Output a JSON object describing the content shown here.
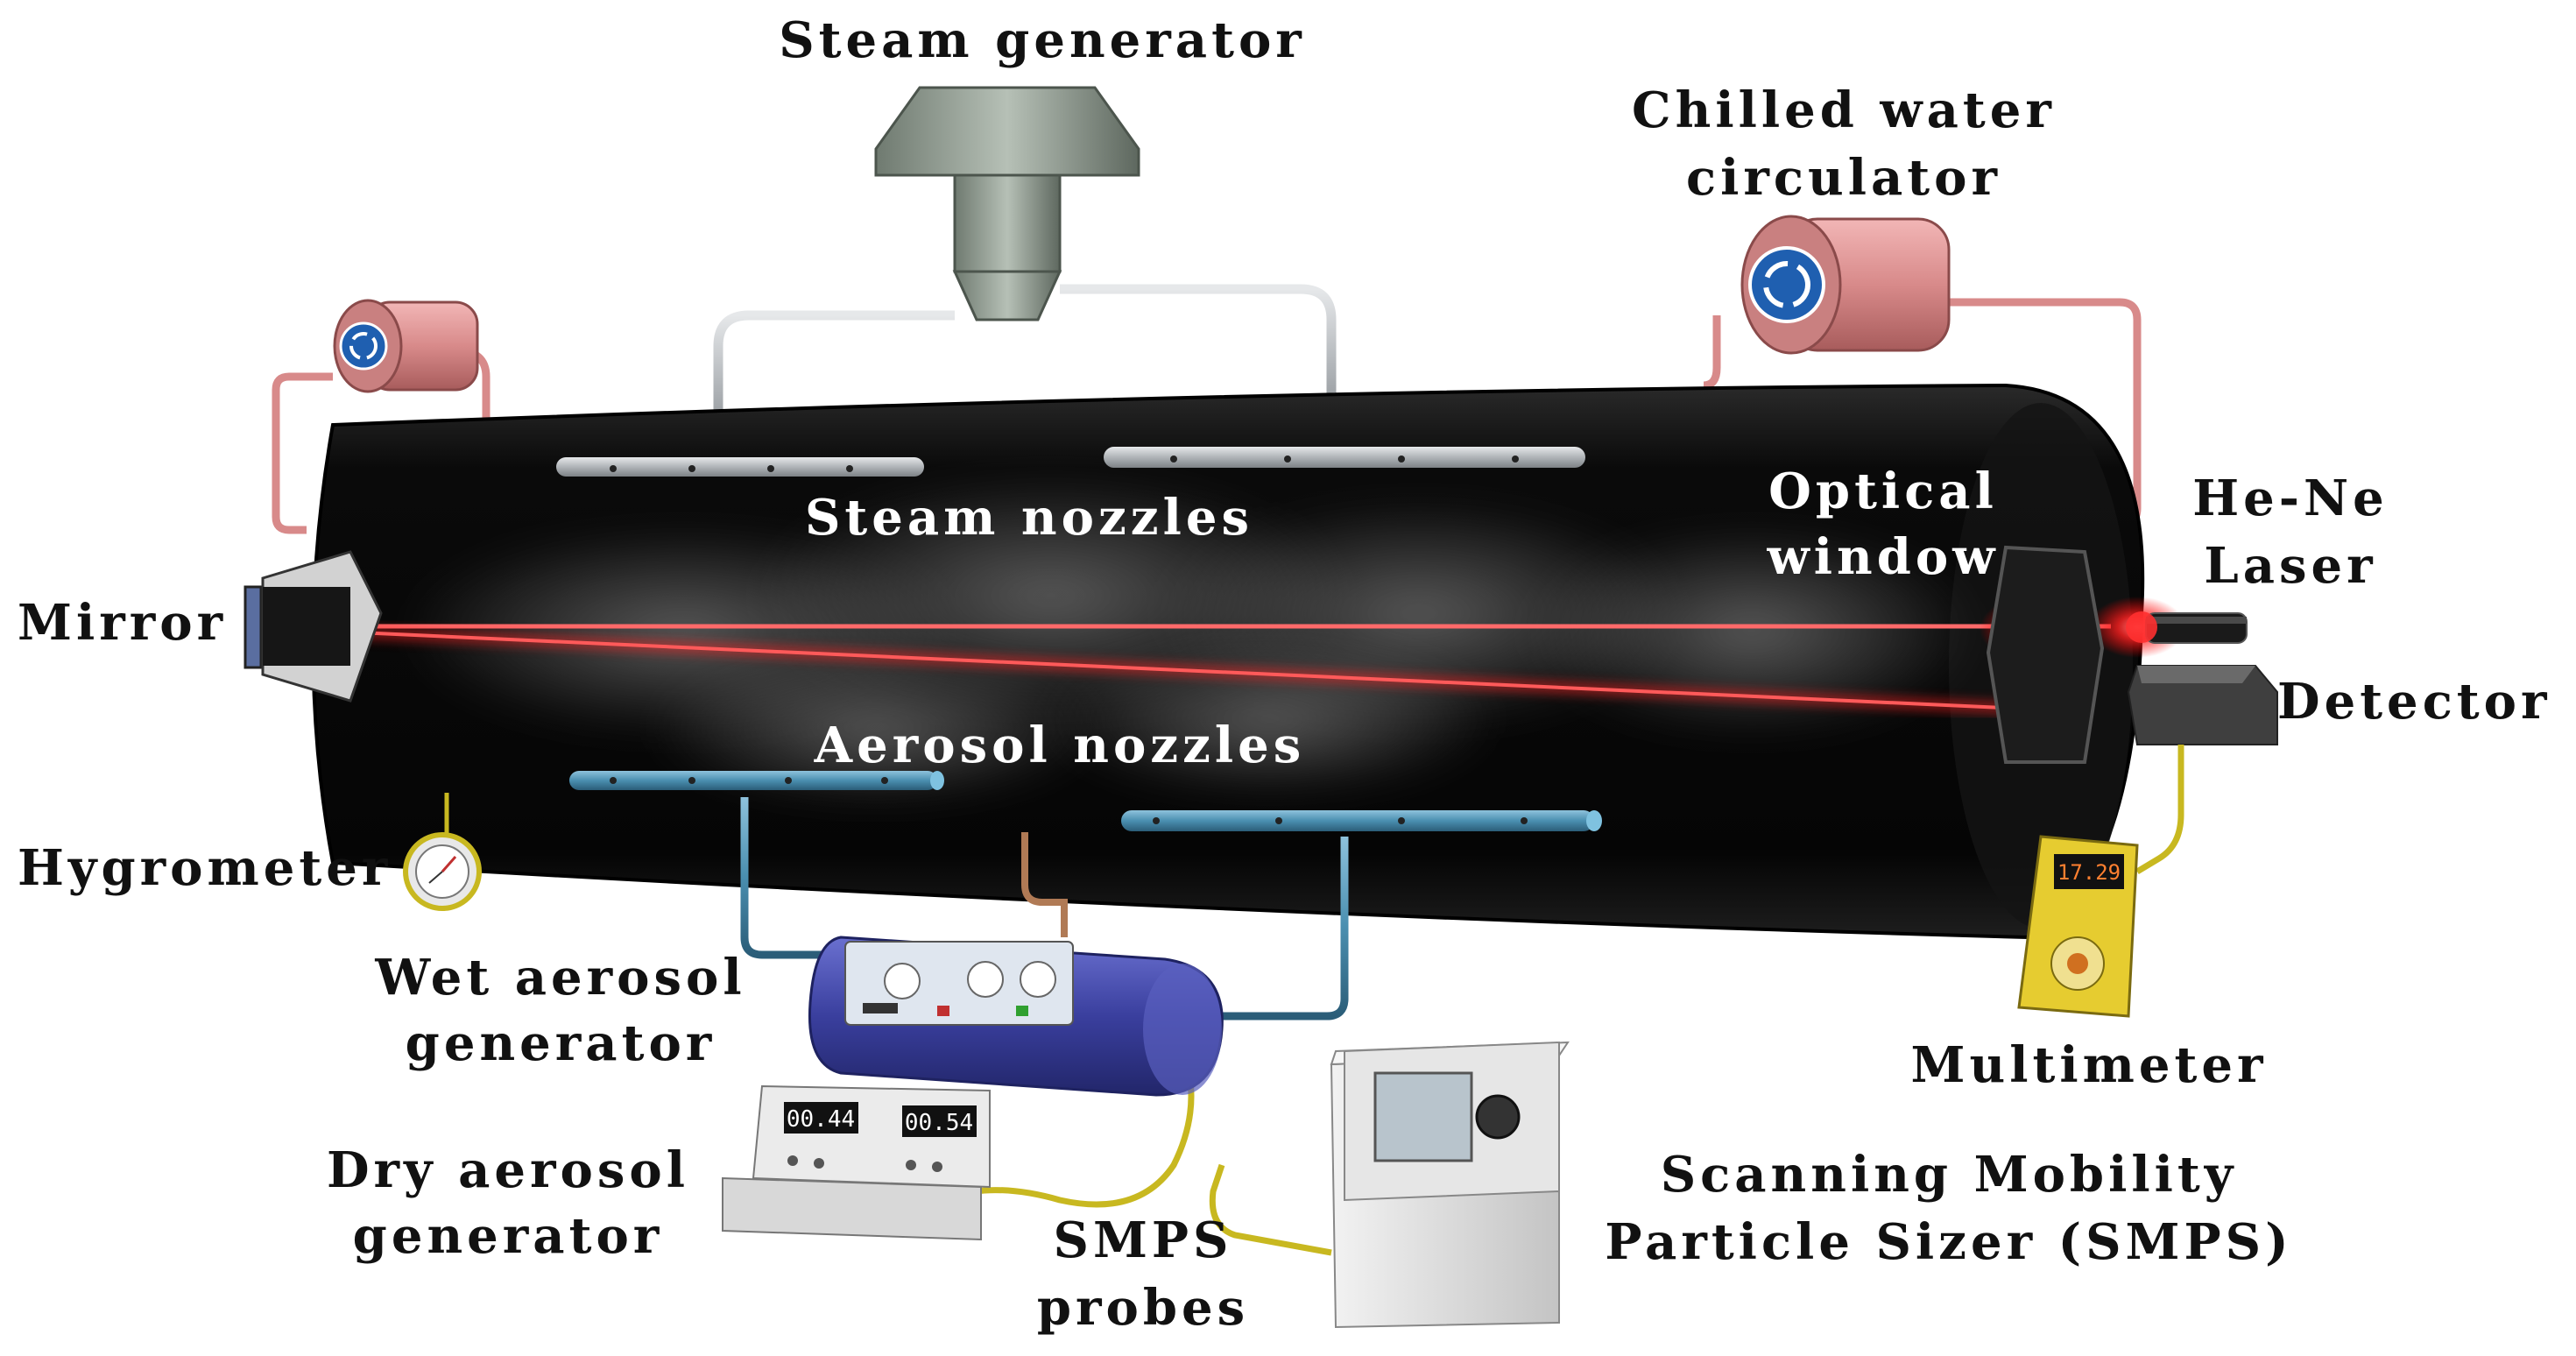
{
  "labels": {
    "steam_generator": "Steam generator",
    "chilled_water_line1": "Chilled water",
    "chilled_water_line2": "circulator",
    "steam_nozzles": "Steam nozzles",
    "optical_window_line1": "Optical",
    "optical_window_line2": "window",
    "laser_line1": "He-Ne",
    "laser_line2": "Laser",
    "mirror": "Mirror",
    "detector": "Detector",
    "aerosol_nozzles": "Aerosol nozzles",
    "hygrometer": "Hygrometer",
    "wet_aerosol_line1": "Wet aerosol",
    "wet_aerosol_line2": "generator",
    "multimeter": "Multimeter",
    "dry_aerosol_line1": "Dry aerosol",
    "dry_aerosol_line2": "generator",
    "smps_line1": "Scanning Mobility",
    "smps_line2": "Particle Sizer (SMPS)",
    "smps_probes_line1": "SMPS",
    "smps_probes_line2": "probes"
  },
  "displays": {
    "multimeter_reading": "17.29",
    "dry_gen_left": "00.44",
    "dry_gen_right": "00.54"
  },
  "colors": {
    "chamber": "#0c0c0c",
    "laser_beam": "#ff2020",
    "steam_pipe": "#b8bcc0",
    "aerosol_pipe": "#4a8fb0",
    "chiller": "#d88a8a",
    "chiller_icon": "#1f5fb0",
    "cable": "#c8b820",
    "wet_generator": "#3a3f9e",
    "multimeter": "#e6cc30"
  },
  "icons": {
    "chiller": "circular-arrows-icon",
    "hygrometer": "dial-gauge-icon"
  }
}
